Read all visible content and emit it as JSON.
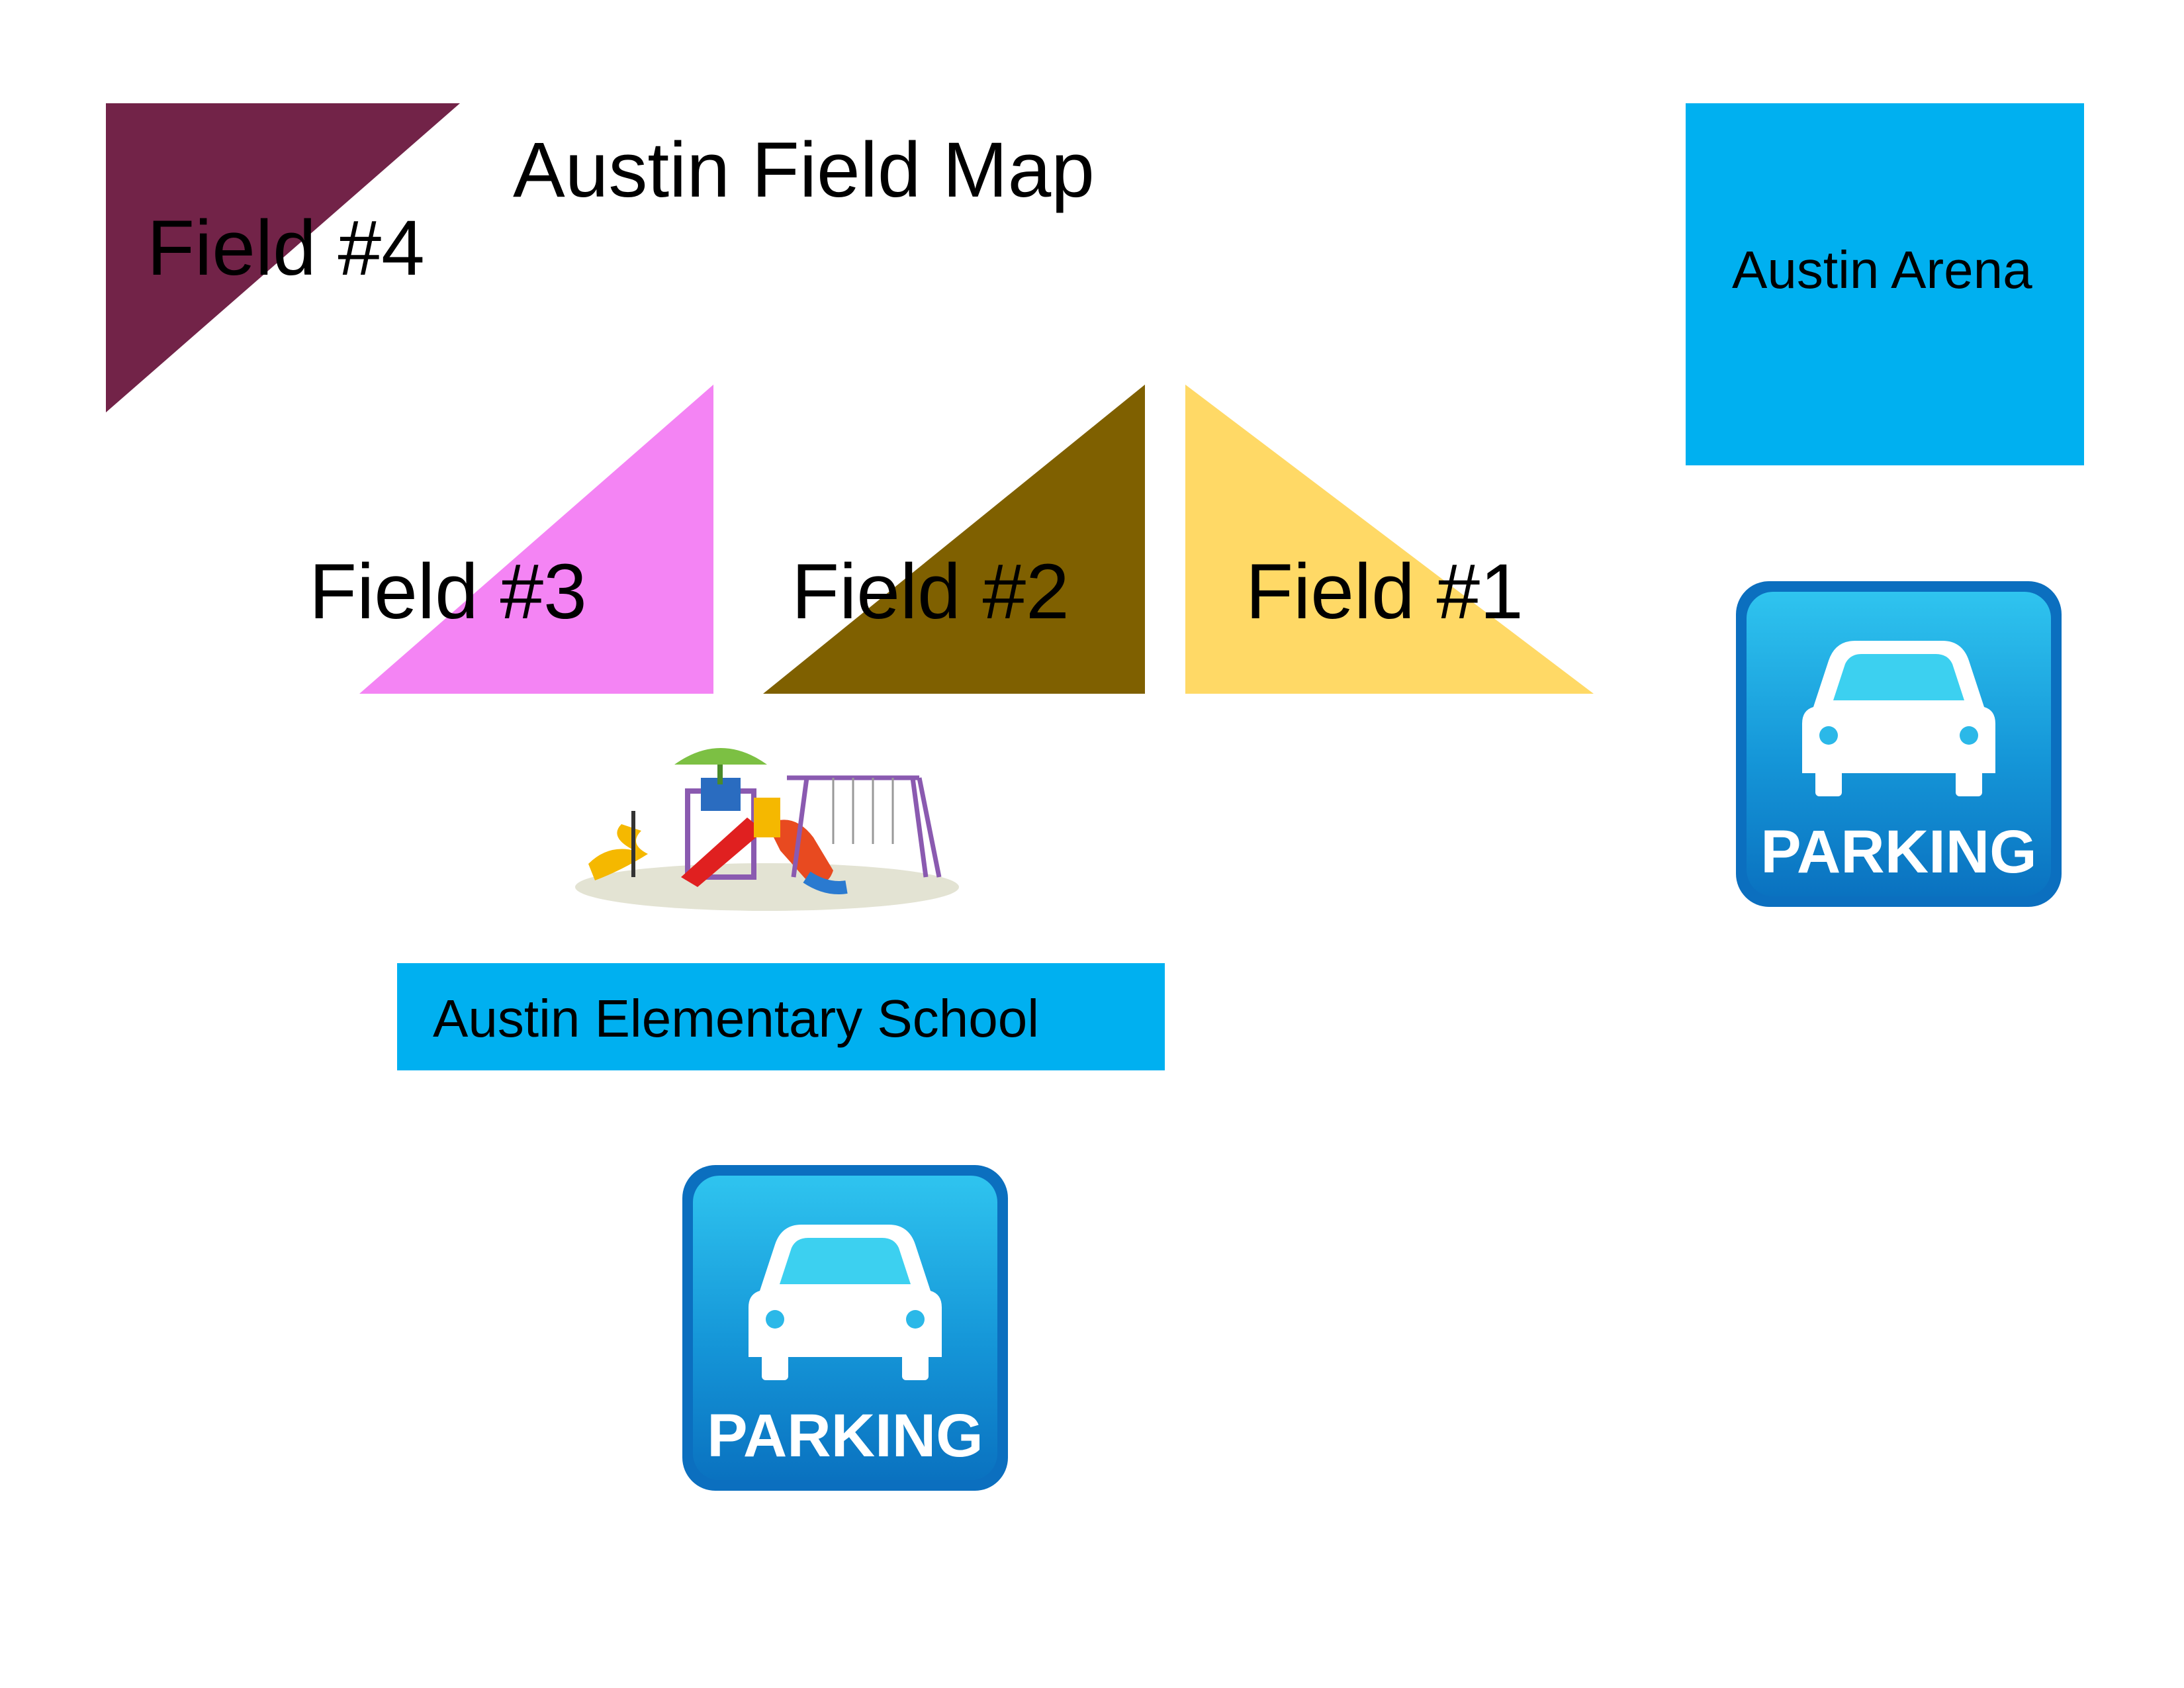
{
  "title": "Austin Field Map",
  "fields": [
    {
      "label": "Field #4",
      "color": "#722348"
    },
    {
      "label": "Field #3",
      "color": "#F484F4"
    },
    {
      "label": "Field #2",
      "color": "#7F6000"
    },
    {
      "label": "Field #1",
      "color": "#FFD966"
    }
  ],
  "buildings": {
    "arena": "Austin Arena",
    "school": "Austin Elementary School",
    "color": "#00B0F0"
  },
  "parking": [
    {
      "label": "PARKING"
    },
    {
      "label": "PARKING"
    }
  ],
  "playground": {
    "icon": "playground-icon"
  }
}
